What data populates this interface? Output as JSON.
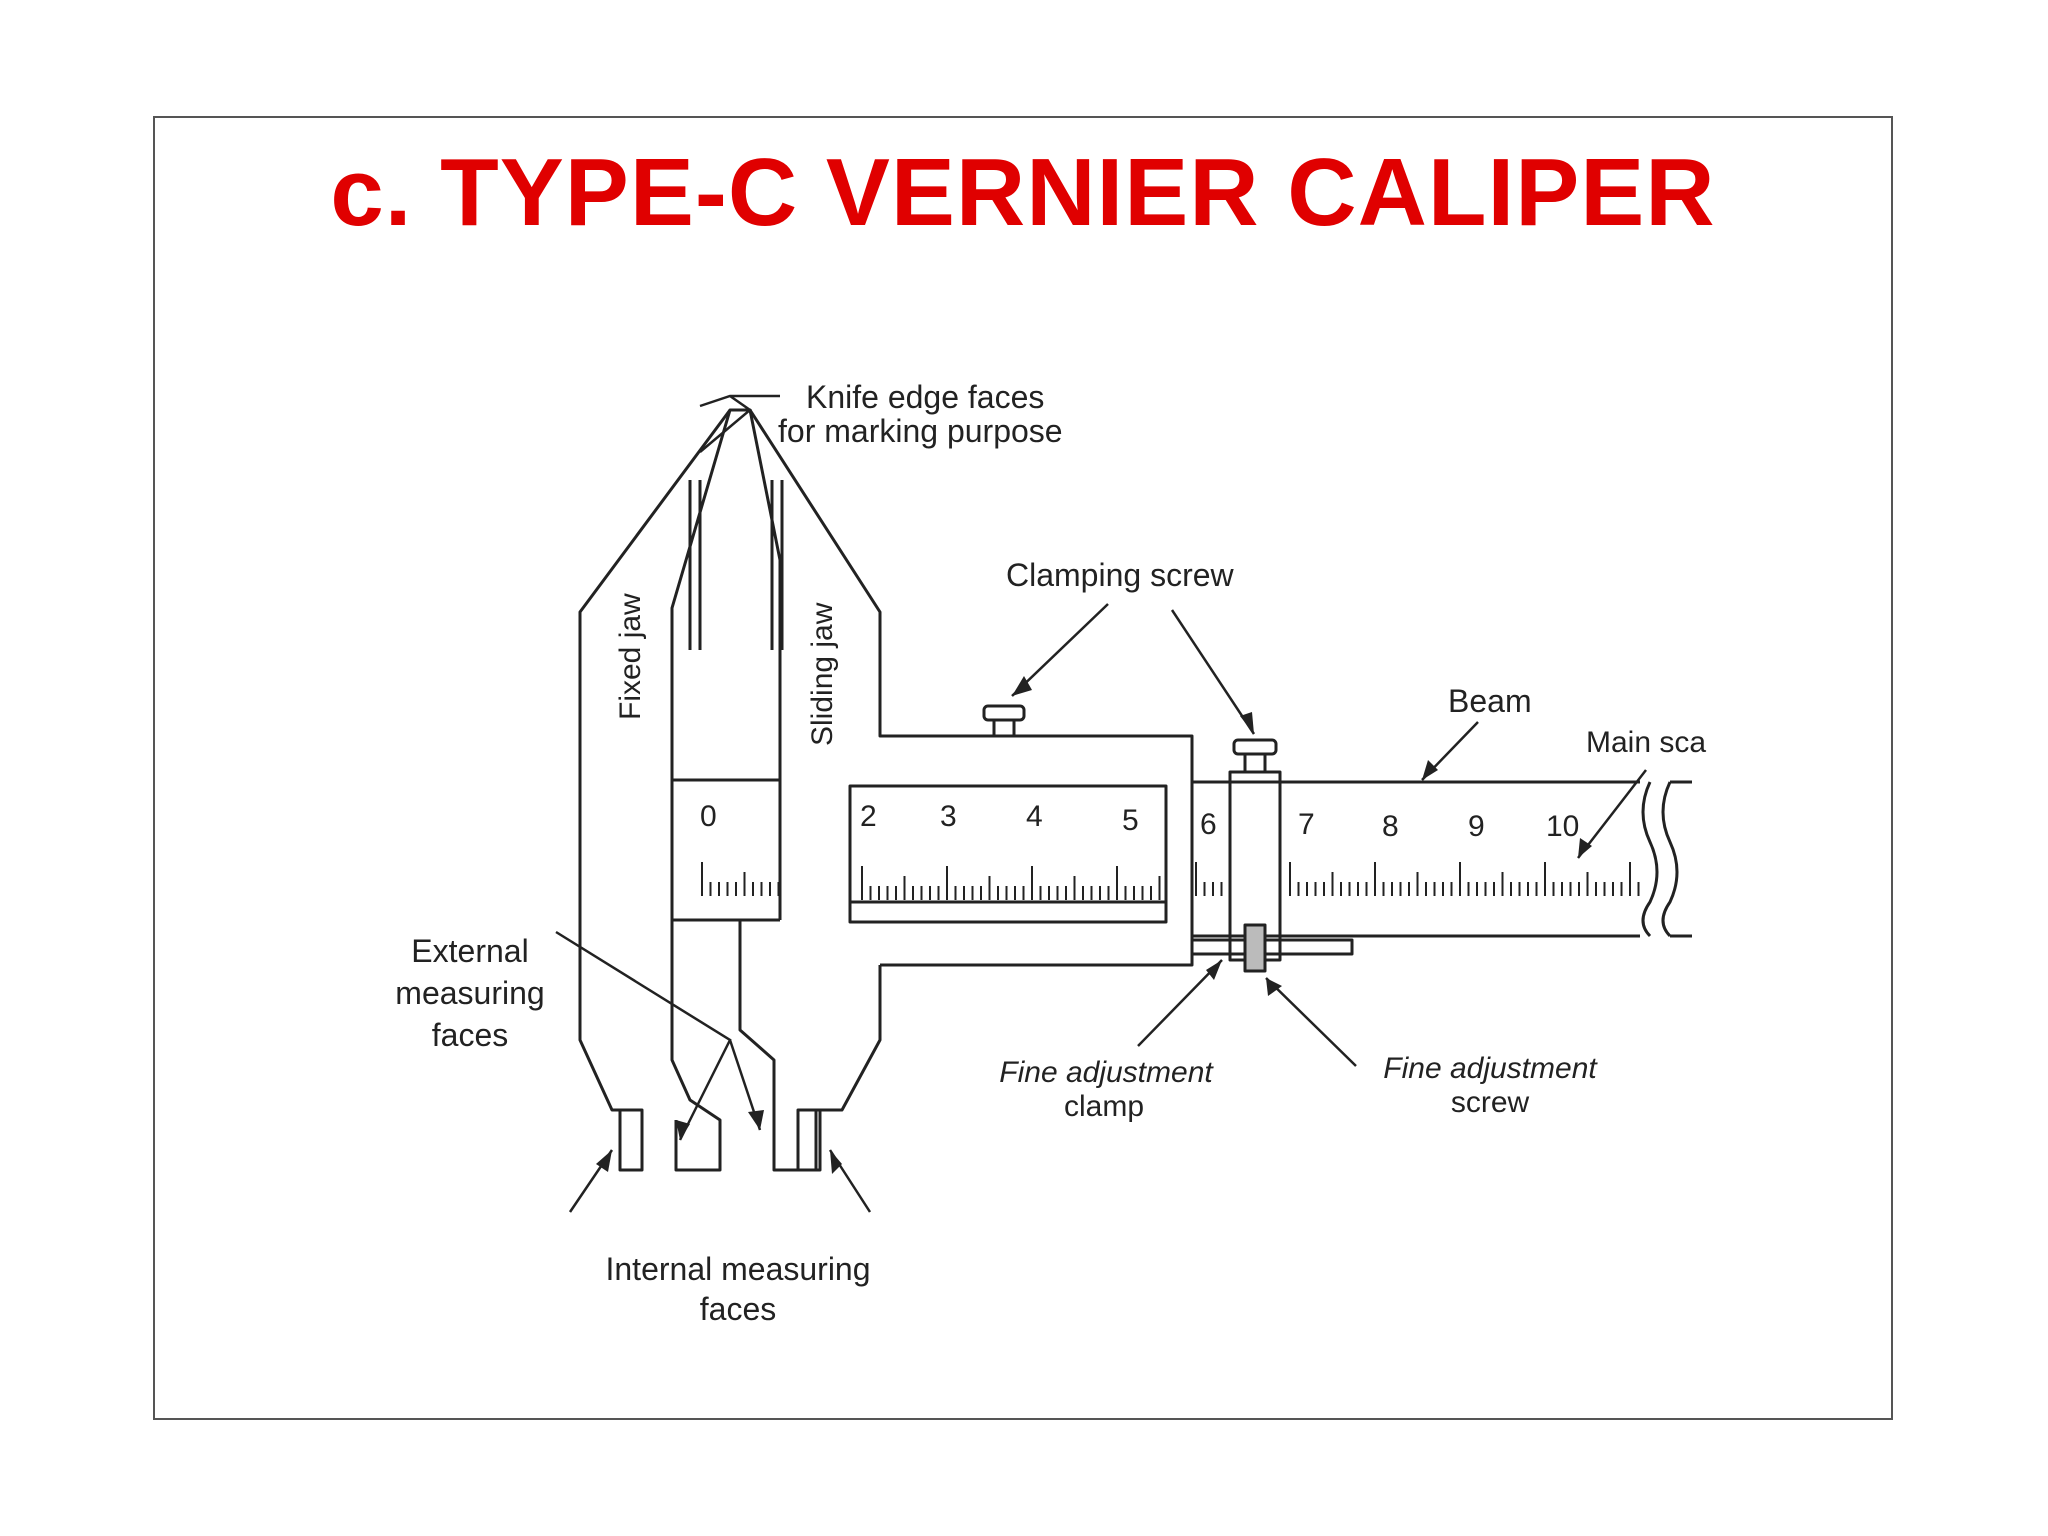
{
  "title": "c. TYPE-C VERNIER CALIPER",
  "colors": {
    "title": "#e00000",
    "line": "#222222"
  },
  "labels": {
    "knife_edge_1": "Knife edge faces",
    "knife_edge_2": "for marking purpose",
    "clamping_screw": "Clamping screw",
    "beam": "Beam",
    "main_scale": "Main sca",
    "fixed_jaw": "Fixed jaw",
    "sliding_jaw": "Sliding jaw",
    "external_1": "External",
    "external_2": "measuring",
    "external_3": "faces",
    "fine_clamp_1": "Fine adjustment",
    "fine_clamp_2": "clamp",
    "fine_screw_1": "Fine adjustment",
    "fine_screw_2": "screw",
    "internal_1": "Internal measuring",
    "internal_2": "faces"
  },
  "scale_numbers": [
    "0",
    "2",
    "3",
    "4",
    "5",
    "6",
    "7",
    "8",
    "9",
    "10"
  ]
}
